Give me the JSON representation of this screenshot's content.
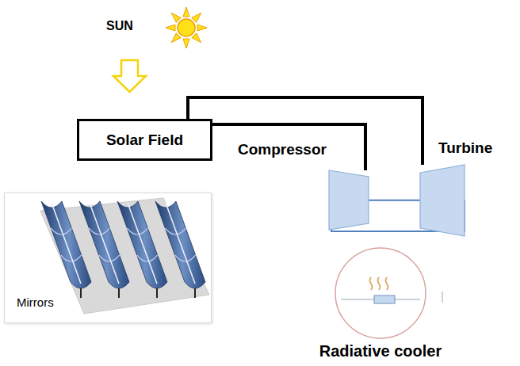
{
  "diagram": {
    "nodes": [
      {
        "text": [
          "Solar Field"
        ]
      },
      {
        "text": [
          "Compressor"
        ]
      },
      {
        "text": [
          "Turbine"
        ]
      },
      {
        "text": [
          "Mirrors"
        ]
      },
      {
        "text": [
          "Radiative cooler"
        ]
      }
    ],
    "edges": [
      {
        "from": 0,
        "to": 1,
        "arrow": "none"
      },
      {
        "from": 0,
        "to": 2,
        "arrow": "none"
      },
      {
        "from": 1,
        "to": 2,
        "arrow": "none"
      }
    ],
    "labels": [
      "SUN"
    ]
  }
}
